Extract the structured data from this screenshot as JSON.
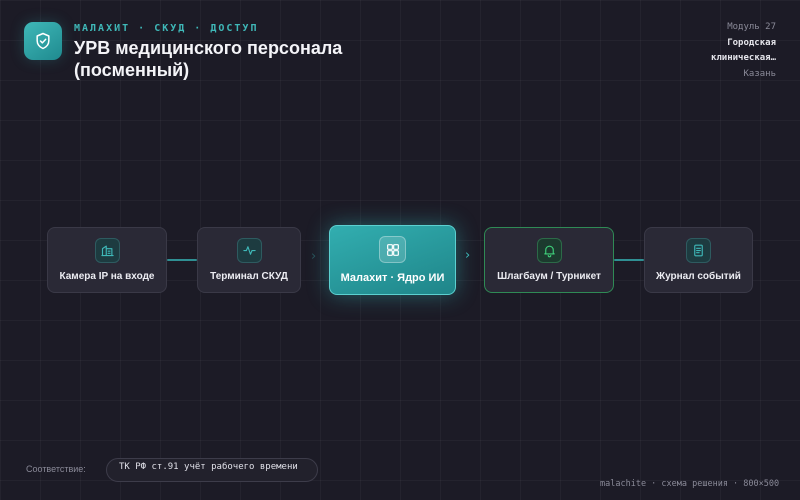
{
  "header": {
    "eyebrow": "МАЛАХИТ · СКУД · ДОСТУП",
    "title": "УРВ медицинского персонала (посменный)",
    "logo_icon": "shield-check-icon"
  },
  "meta": {
    "module": "Модуль 27",
    "org_line1": "Городская",
    "org_line2": "клиническая…",
    "city": "Казань"
  },
  "flow": {
    "nodes": [
      {
        "label": "Камера IP на входе",
        "icon": "building-camera-icon"
      },
      {
        "label": "Терминал СКУД",
        "icon": "pulse-icon"
      },
      {
        "label": "Малахит · Ядро ИИ",
        "icon": "grid-icon"
      },
      {
        "label": "Шлагбаум / Турникет",
        "icon": "bell-icon"
      },
      {
        "label": "Журнал событий",
        "icon": "document-icon"
      }
    ],
    "colors": {
      "accent": "#3fb8b8",
      "active": "#2f8a55",
      "node_bg": "#2a2936"
    }
  },
  "footer": {
    "compliance_label": "Соответствие:",
    "compliance_value": "ТК РФ ст.91 учёт рабочего времени",
    "caption": "malachite · схема решения · 800×500"
  }
}
